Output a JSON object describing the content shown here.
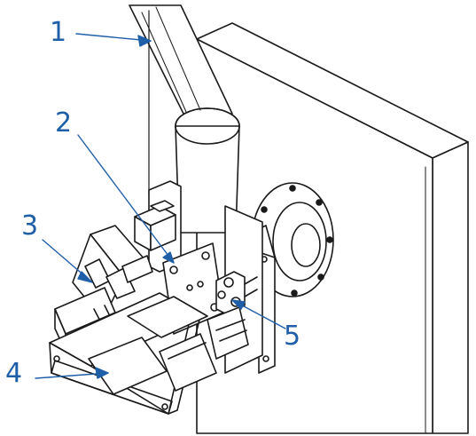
{
  "callouts": [
    {
      "label": "1",
      "part": "1"
    },
    {
      "label": "2",
      "part": "2"
    },
    {
      "label": "3",
      "part": "3"
    },
    {
      "label": "4",
      "part": "4"
    },
    {
      "label": "5",
      "part": "5"
    }
  ],
  "colors": {
    "line": "#1a1a1a",
    "callout": "#1f5fa8",
    "background": "#ffffff"
  }
}
